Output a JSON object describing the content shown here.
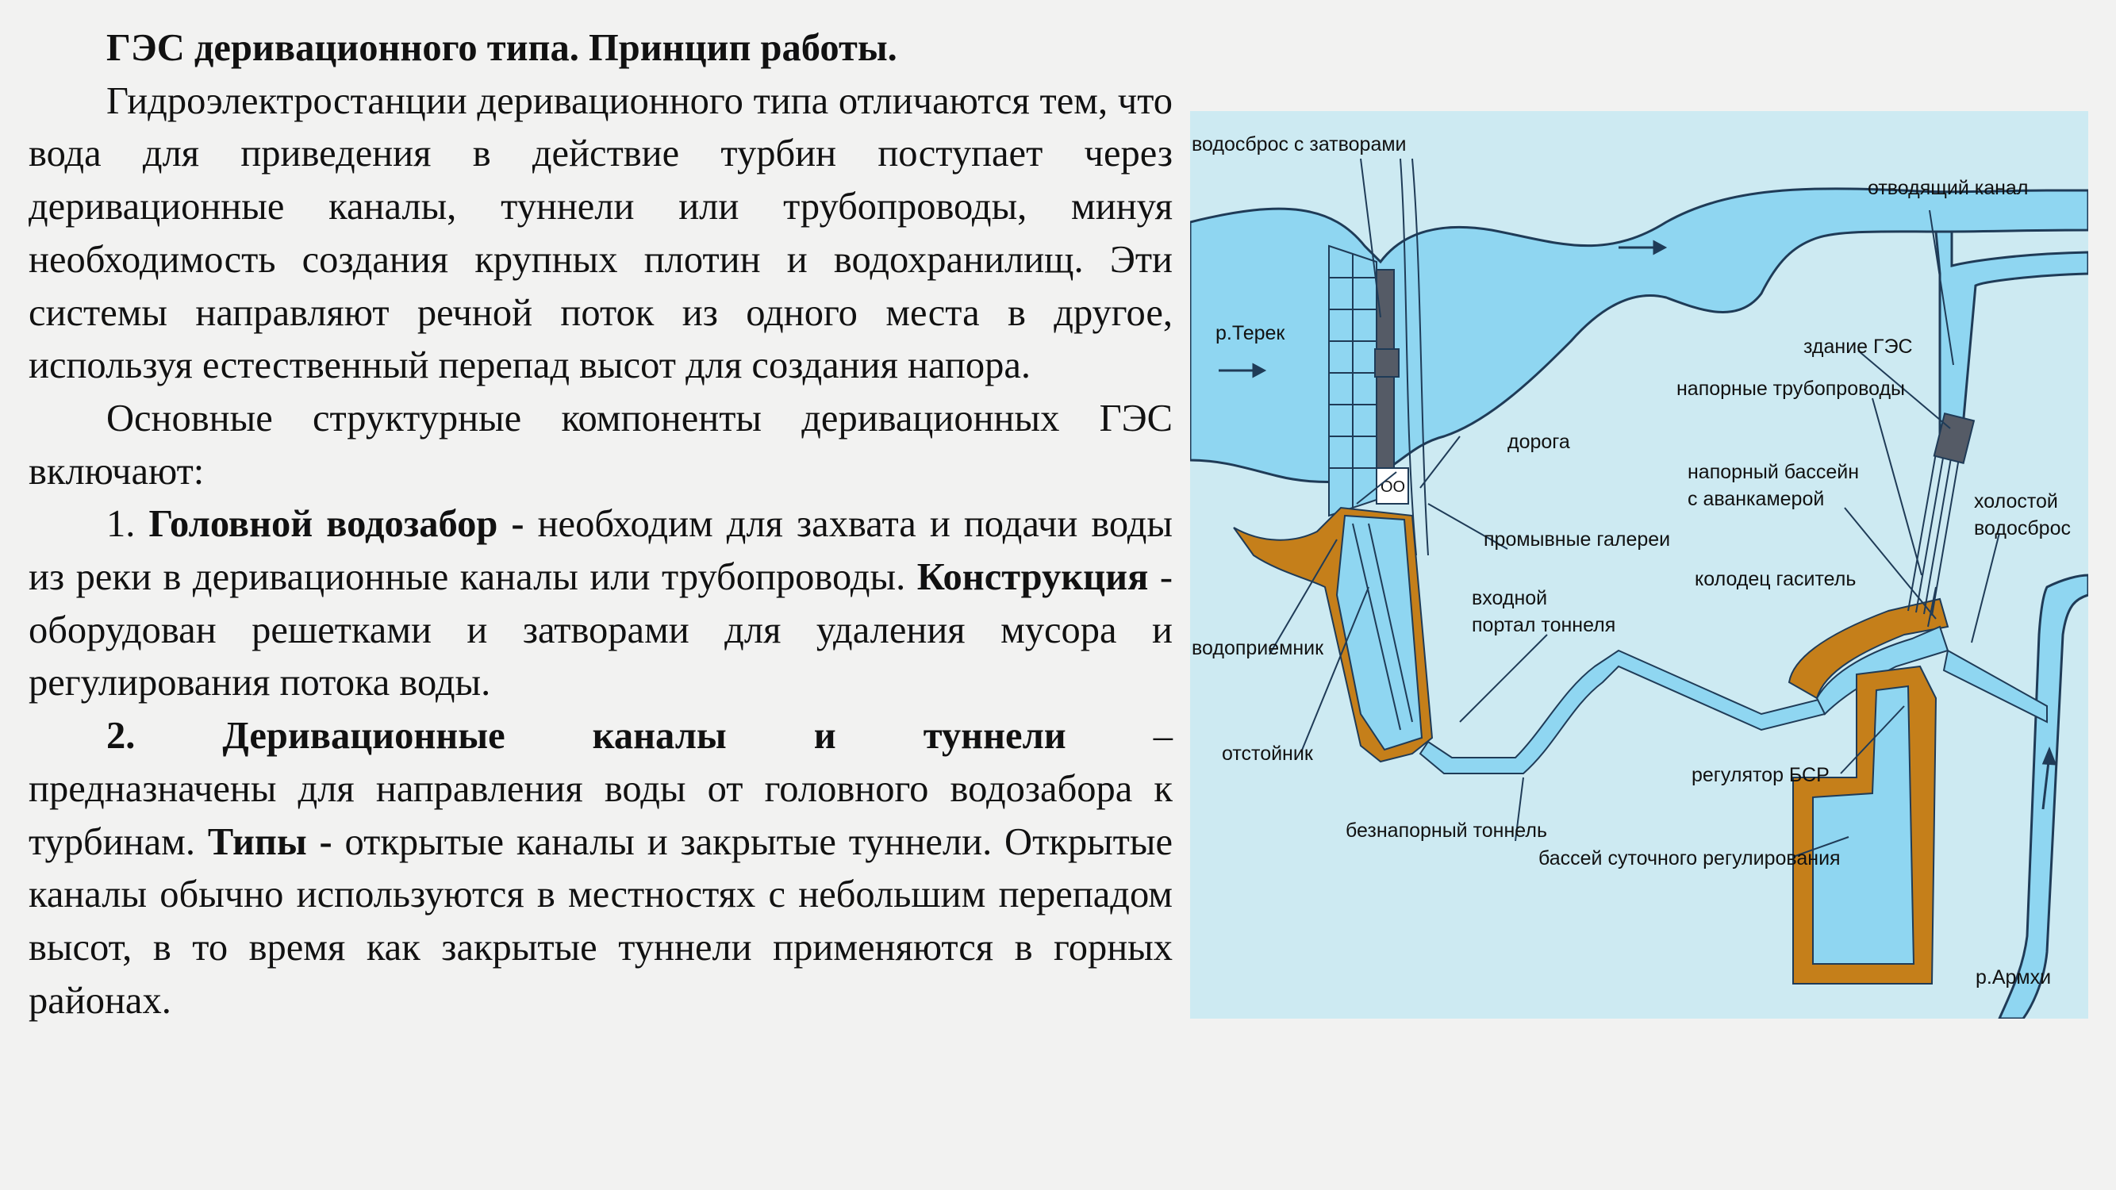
{
  "title": "ГЭС деривационного типа. Принцип работы.",
  "para1": "Гидроэлектростанции деривационного типа отличаются тем, что вода для приведения в действие турбин поступает через деривационные каналы, туннели или трубопроводы, минуя необходимость создания крупных плотин и водохранилищ. Эти системы направляют речной поток из одного места в другое, используя естественный перепад высот для создания напора.",
  "para2": "Основные структурные компоненты деривационных ГЭС включают:",
  "item1": {
    "num": "1.",
    "term": "Головной водозабор -",
    "text1": " необходим для захвата и подачи воды из реки в деривационные каналы или трубопроводы. ",
    "term2": "Конструкция",
    "text2": " - оборудован решетками и затворами для удаления мусора и регулирования потока воды."
  },
  "item2": {
    "head_num": "2.",
    "head_w1": "Деривационные",
    "head_w2": "каналы",
    "head_w3": "и",
    "head_w4": "туннели",
    "dash": "–",
    "text1": "предназначены для направления воды от головного водозабора к турбинам. ",
    "term2": "Типы -",
    "text2": " открытые каналы и закрытые туннели. Открытые каналы обычно используются в местностях с небольшим перепадом высот, в то время как закрытые туннели применяются в горных районах."
  },
  "diagram": {
    "colors": {
      "background": "#cdeaf2",
      "water": "#8fd6f1",
      "outline": "#1f3b57",
      "bank": "#c57f1a",
      "building": "#555b66"
    },
    "labels": {
      "spillway_gates": "водосброс с затворами",
      "outlet_canal": "отводящий канал",
      "terek": "р.Терек",
      "powerhouse": "здание ГЭС",
      "penstocks": "напорные трубопроводы",
      "road": "дорога",
      "pressure_basin1": "напорный бассейн",
      "pressure_basin2": "с аванкамерой",
      "idle_spillway1": "холостой",
      "idle_spillway2": "водосброс",
      "flushing_galleries": "промывные галереи",
      "stilling_well": "колодец гаситель",
      "tunnel_portal1": "входной",
      "tunnel_portal2": "портал тоннеля",
      "intake": "водоприемник",
      "settler": "отстойник",
      "bsr_regulator": "регулятор БСР",
      "free_flow_tunnel": "безнапорный тоннель",
      "daily_basin": "бассей суточного регулирования",
      "armkhi": "р.Армхи"
    }
  }
}
